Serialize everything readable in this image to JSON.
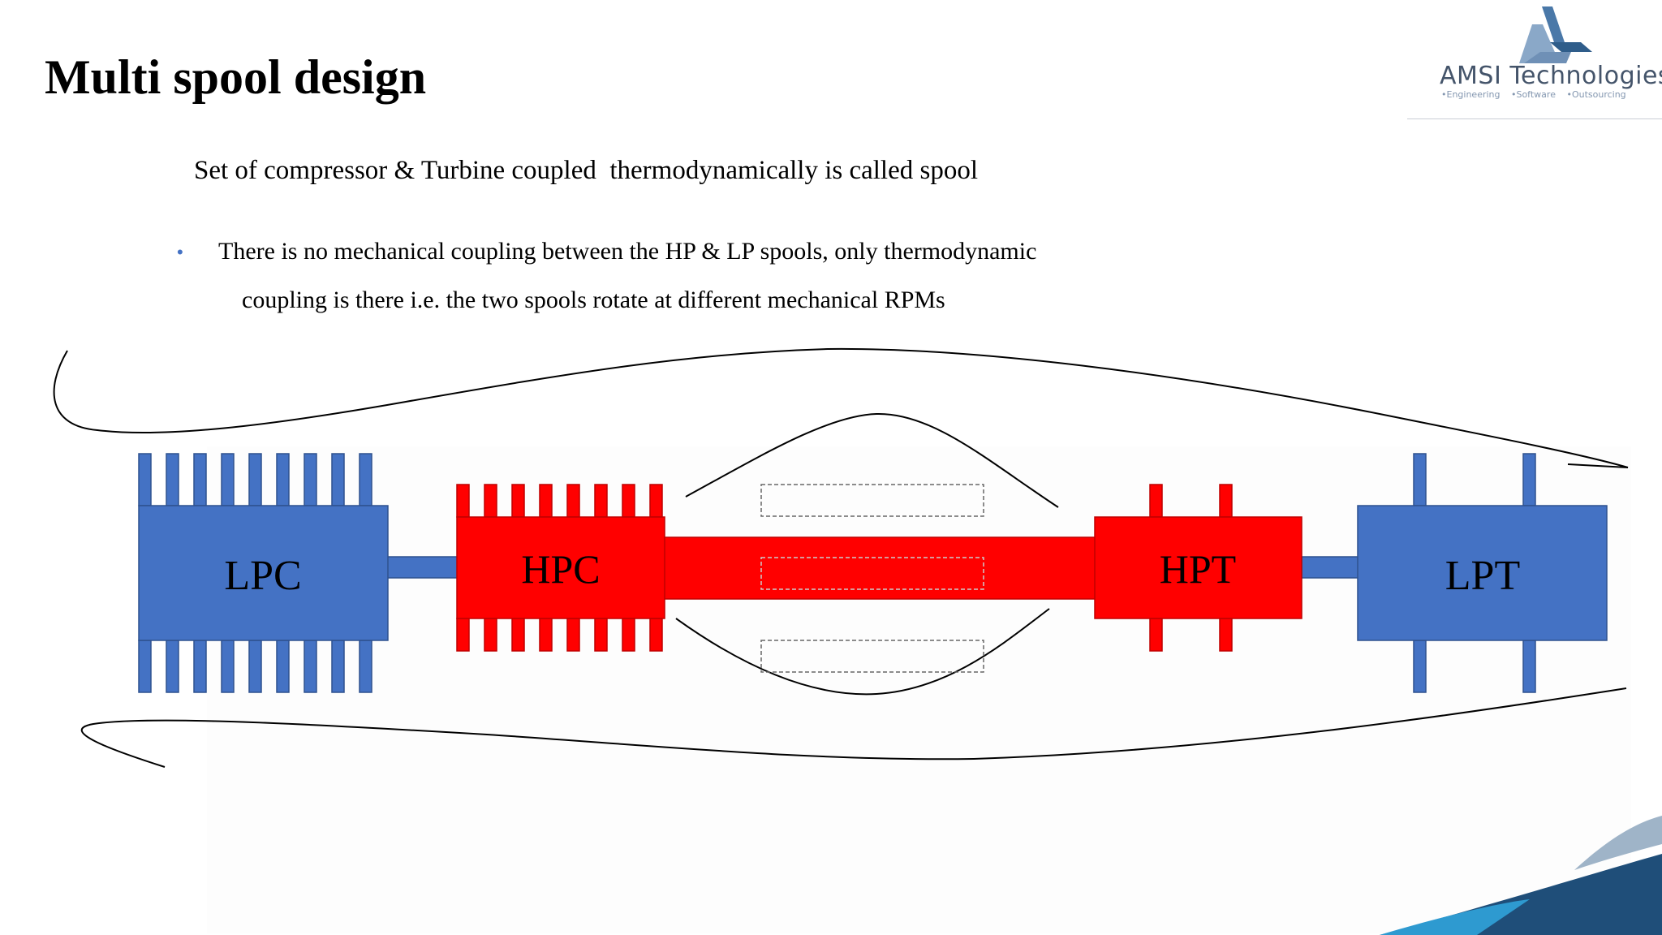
{
  "slide": {
    "title": "Multi spool design",
    "subtitle": "Set of compressor & Turbine coupled  thermodynamically is called spool",
    "bullet": {
      "line1": "There is no mechanical coupling between the HP & LP spools, only thermodynamic",
      "line2": "coupling is there i.e. the two spools rotate at different mechanical RPMs"
    }
  },
  "logo": {
    "name": "AMSI Technologies",
    "tagline": "•Engineering •Software •Outsourcing",
    "icon": "amsi-logo-icon"
  },
  "diagram": {
    "components": [
      {
        "id": "lpc",
        "label": "LPC",
        "spool": "low-pressure"
      },
      {
        "id": "hpc",
        "label": "HPC",
        "spool": "high-pressure"
      },
      {
        "id": "hpt",
        "label": "HPT",
        "spool": "high-pressure"
      },
      {
        "id": "lpt",
        "label": "LPT",
        "spool": "low-pressure"
      }
    ],
    "colors": {
      "low_pressure_spool": "#4472c4",
      "high_pressure_spool": "#ff0000",
      "outline": "#000000"
    }
  }
}
